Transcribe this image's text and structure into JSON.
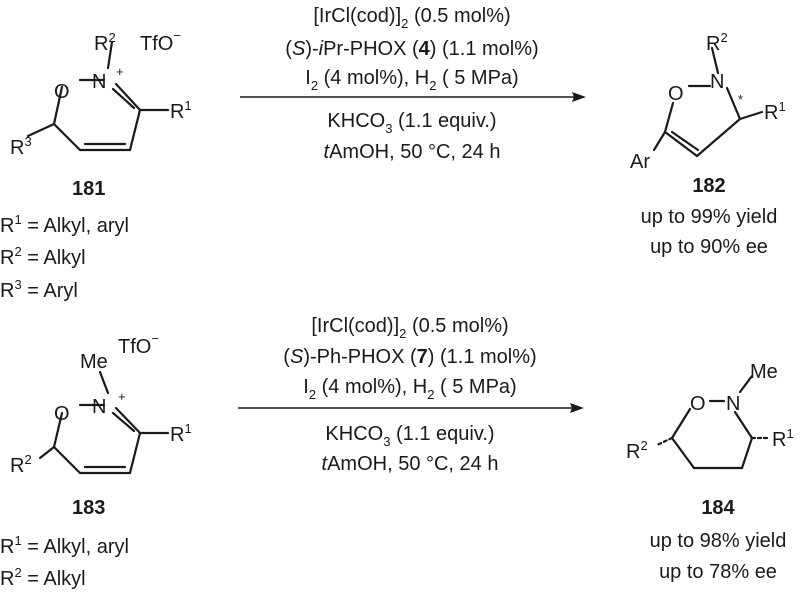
{
  "reaction1": {
    "substrate": {
      "id": "181",
      "counterion": "TfO",
      "charge_minus": "−",
      "charge_plus": "+",
      "atom_O": "O",
      "atom_N": "N",
      "r1": "R",
      "r1_sup": "1",
      "r2": "R",
      "r2_sup": "2",
      "r3": "R",
      "r3_sup": "3",
      "legend": [
        {
          "r": "R",
          "sup": "1",
          "text": " = Alkyl, aryl"
        },
        {
          "r": "R",
          "sup": "2",
          "text": " = Alkyl"
        },
        {
          "r": "R",
          "sup": "3",
          "text": " = Aryl"
        }
      ]
    },
    "conditions": {
      "catalyst": {
        "a": "[IrCl(cod)]",
        "sub": "2",
        "b": " (0.5 mol%)"
      },
      "ligand": {
        "open": "(",
        "s": "S",
        "mid": ")-",
        "ipr": "i",
        "rest": "Pr-PHOX (",
        "num": "4",
        "tail": ") (1.1 mol%)"
      },
      "additive": {
        "a": "I",
        "sub1": "2",
        "b": " (4 mol%), H",
        "sub2": "2",
        "c": " ( 5 MPa)"
      },
      "base": {
        "a": "KHCO",
        "sub": "3",
        "b": " (1.1 equiv.)"
      },
      "solvent": {
        "t": "t",
        "rest": "AmOH, 50 °C, 24 h"
      }
    },
    "product": {
      "id": "182",
      "atom_O": "O",
      "atom_N": "N",
      "star": "*",
      "r1": "R",
      "r1_sup": "1",
      "r2": "R",
      "r2_sup": "2",
      "ar": "Ar",
      "yield": "up to 99% yield",
      "ee": "up to 90% ee"
    }
  },
  "reaction2": {
    "substrate": {
      "id": "183",
      "counterion": "TfO",
      "charge_minus": "−",
      "charge_plus": "+",
      "atom_O": "O",
      "atom_N": "N",
      "me": "Me",
      "r1": "R",
      "r1_sup": "1",
      "r2": "R",
      "r2_sup": "2",
      "legend": [
        {
          "r": "R",
          "sup": "1",
          "text": " = Alkyl, aryl"
        },
        {
          "r": "R",
          "sup": "2",
          "text": " = Alkyl"
        }
      ]
    },
    "conditions": {
      "catalyst": {
        "a": "[IrCl(cod)]",
        "sub": "2",
        "b": " (0.5 mol%)"
      },
      "ligand": {
        "open": "(",
        "s": "S",
        "mid": ")-Ph-PHOX (",
        "num": "7",
        "tail": ") (1.1 mol%)"
      },
      "additive": {
        "a": "I",
        "sub1": "2",
        "b": " (4 mol%), H",
        "sub2": "2",
        "c": " ( 5 MPa)"
      },
      "base": {
        "a": "KHCO",
        "sub": "3",
        "b": " (1.1 equiv.)"
      },
      "solvent": {
        "t": "t",
        "rest": "AmOH, 50 °C, 24 h"
      }
    },
    "product": {
      "id": "184",
      "atom_O": "O",
      "atom_N": "N",
      "me": "Me",
      "r1": "R",
      "r1_sup": "1",
      "r2": "R",
      "r2_sup": "2",
      "yield": "up to 98% yield",
      "ee": "up to 78% ee"
    }
  }
}
